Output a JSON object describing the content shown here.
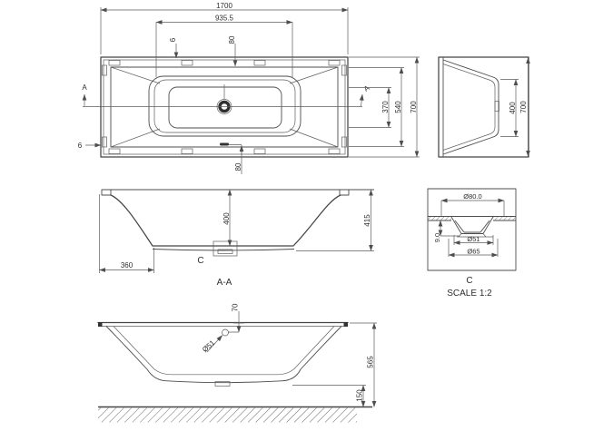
{
  "drawing": {
    "background": "#ffffff",
    "line_color": "#4d4d4d",
    "text_color": "#2e2e2e",
    "views": {
      "plan": {
        "section_marker": "A",
        "dims": {
          "overall_length": "1700",
          "basin_length": "935.5",
          "edge_offset_top": "6",
          "rim_width_top": "80",
          "edge_offset_bottom": "6",
          "overflow_offset": "80",
          "basin_width": "370",
          "rim_inner_width": "540",
          "overall_width": "700"
        }
      },
      "end": {
        "dims": {
          "inner_width": "400",
          "overall_width": "700"
        }
      },
      "section_aa": {
        "caption": "A-A",
        "detail_label": "C",
        "dims": {
          "inner_depth": "400",
          "outer_depth": "415",
          "slope_length": "360"
        }
      },
      "detail_c": {
        "caption": "C",
        "scale_note": "SCALE 1:2",
        "dims": {
          "outer_dia": "Ø80.0",
          "recess_depth": "9.0",
          "inner_dia": "Ø51",
          "mid_dia": "Ø65"
        }
      },
      "side": {
        "dims": {
          "hole_offset": "70",
          "hole_dia": "Ø51",
          "total_height": "565",
          "floor_clearance": "150"
        }
      }
    }
  }
}
